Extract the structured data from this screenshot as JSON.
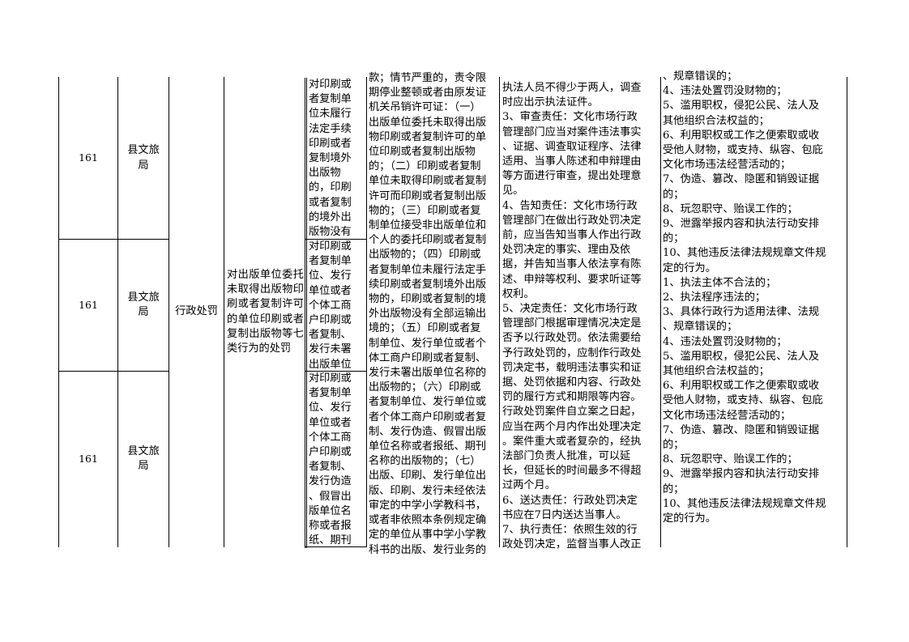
{
  "rows": [
    {
      "seq": "161",
      "dept": "县文旅\n局"
    },
    {
      "seq": "161",
      "dept": "县文旅\n局"
    },
    {
      "seq": "161",
      "dept": "县文旅\n局"
    }
  ],
  "category": "行政处罚",
  "item_name": "对出版单位委托未取得出版物印刷或者复制许可的单位印刷或者复制出版物等七类行为的处罚",
  "sub_items": [
    "对印刷或\n者复制单\n位未履行\n法定手续\n印刷或者\n复制境外\n出版物\n的，印刷\n或者复制\n的境外出\n版物没有",
    "对印刷或\n者复制单\n位、发行\n单位或者\n个体工商\n户印刷或\n者复制、\n发行未署\n出版单位",
    "对印刷或\n者复制单\n位、发行\n单位或者\n个体工商\n户印刷或\n者复制、\n发行伪造\n、假冒出\n版单位名\n称或者报\n纸、期刊"
  ],
  "basis_text": "款；情节严重的，责令限\n期停业整顿或者由原发证\n机关吊销许可证：（一）\n出版单位委托未取得出版\n物印刷或者复制许可的单\n位印刷或者复制出版物\n的；（二）印刷或者复制\n单位未取得印刷或者复制\n许可而印刷或者复制出版\n物的；（三）印刷或者复\n制单位接受非出版单位和\n个人的委托印刷或者复制\n出版物的；（四）印刷或\n者复制单位未履行法定手\n续印刷或者复制境外出版\n物的，印刷或者复制的境\n外出版物没有全部运输出\n境的；（五）印刷或者复\n制单位、发行单位或者个\n体工商户印刷或者复制、\n发行未署出版单位名称的\n出版物的；（六）印刷或\n者复制单位、发行单位或\n者个体工商户印刷或者复\n制、发行伪造、假冒出版\n单位名称或者报纸、期刊\n名称的出版物的；（七）\n出版、印刷、发行单位出\n版、印刷、发行未经依法\n审定的中学小学教科书，\n或者非依照本条例规定确\n定的单位从事中学小学教\n科书的出版、发行业务的",
  "responsibility_text": "执法人员不得少于两人，调查\n时应出示执法证件。\n3、审查责任：文化市场行政\n管理部门应当对案件违法事实\n、证据、调查取证程序、法律\n适用、当事人陈述和申辩理由\n等方面进行审查，提出处理意\n见。\n4、告知责任：文化市场行政\n管理部门在做出行政处罚决定\n前，应当告知当事人作出行政\n处罚决定的事实、理由及依\n据，并告知当事人依法享有陈\n述、申辩等权利、要求听证等\n权利。\n5、决定责任：文化市场行政\n管理部门根据审理情况决定是\n否予以行政处罚。依法需要给\n予行政处罚的，应制作行政处\n罚决定书，载明违法事实和证\n据、处罚依据和内容、行政处\n罚的履行方式和期限等内容。\n行政处罚案件自立案之日起，\n应当在两个月内作出处理决定\n。案件重大或者复杂的，经执\n法部门负责人批准，可以延\n长，但延长的时间最多不得超\n过两个月。\n6、送达责任：行政处罚决定\n书应在7日内送达当事人。\n7、执行责任：依照生效的行\n政处罚决定，监督当事人改正",
  "accountability_text": "、规章错误的；\n4、违法处置罚没财物的；\n5、滥用职权，侵犯公民、法人及\n其他组织合法权益的；\n6、利用职权或工作之便索取或收\n受他人财物，或支持、纵容、包庇\n文化市场违法经营活动的；\n7、伪造、篡改、隐匿和销毁证据\n的；\n8、玩忽职守、贻误工作的；\n9、泄露举报内容和执法行动安排\n的；\n10、其他违反法律法规规章文件规\n定的行为。\n1、执法主体不合法的；\n2、执法程序违法的；\n3、具体行政行为适用法律、法规\n、规章错误的；\n4、违法处置罚没财物的；\n5、滥用职权，侵犯公民、法人及\n其他组织合法权益的；\n6、利用职权或工作之便索取或收\n受他人财物，或支持、纵容、包庇\n文化市场违法经营活动的；\n7、伪造、篡改、隐匿和销毁证据\n的；\n8、玩忽职守、贻误工作的；\n9、泄露举报内容和执法行动安排\n的；\n10、其他违反法律法规规章文件规\n定的行为。"
}
